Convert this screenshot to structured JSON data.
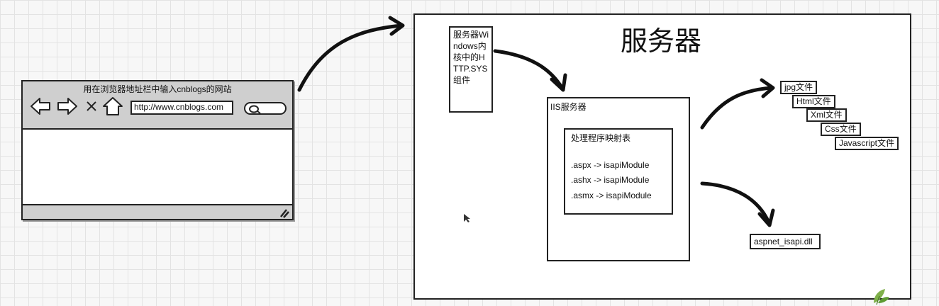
{
  "browser": {
    "title": "用在浏览器地址栏中输入cnblogs的网站",
    "url": "http://www.cnblogs.com",
    "nav_icons": [
      "arrow-left-icon",
      "arrow-right-icon",
      "close-icon",
      "home-icon"
    ]
  },
  "server": {
    "title": "服务器",
    "component_label": "服务器Windows内核中的HTTP.SYS组件",
    "iis": {
      "label": "IIS服务器",
      "mapping": {
        "title": "处理程序映射表",
        "entries": [
          ".aspx -> isapiModule",
          ".ashx -> isapiModule",
          ".asmx -> isapiModule"
        ]
      }
    },
    "static_files": [
      "jpg文件",
      "Html文件",
      "Xml文件",
      "Css文件",
      "Javascript文件"
    ],
    "dll_label": "aspnet_isapi.dll"
  },
  "colors": {
    "stroke": "#222222",
    "chrome": "#cfcfcf",
    "grid": "#e3e3e3"
  }
}
